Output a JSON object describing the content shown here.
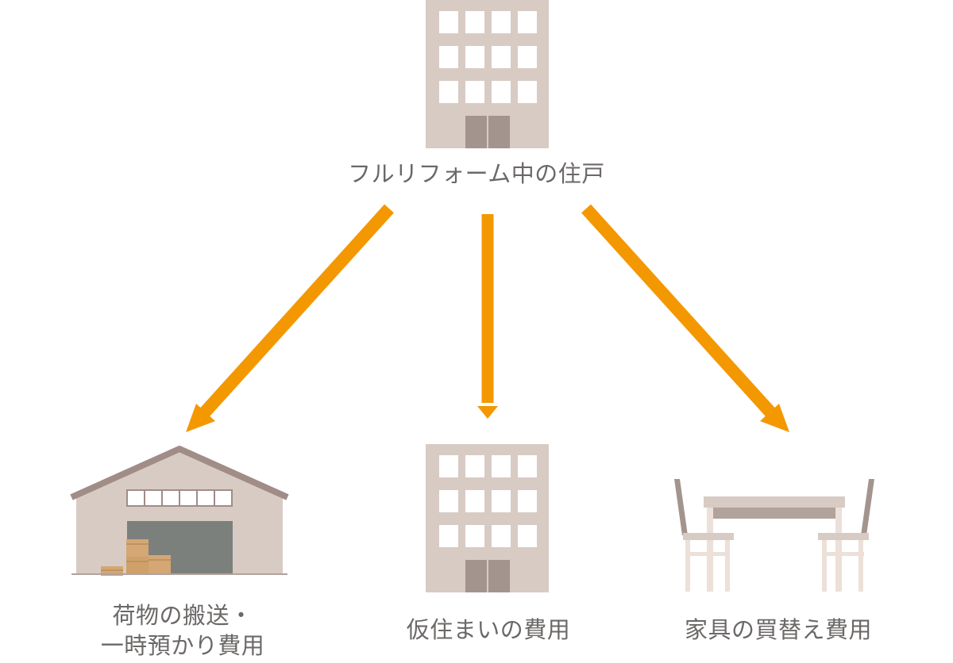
{
  "diagram": {
    "source": {
      "label": "フルリフォーム中の住戸",
      "icon": "apartment-building-icon"
    },
    "targets": [
      {
        "id": "storage",
        "lines": [
          "荷物の搬送・",
          "一時預かり費用"
        ],
        "icon": "warehouse-icon"
      },
      {
        "id": "temporary-housing",
        "lines": [
          "仮住まいの費用"
        ],
        "icon": "apartment-building-icon"
      },
      {
        "id": "furniture",
        "lines": [
          "家具の買替え費用"
        ],
        "icon": "table-and-chairs-icon"
      }
    ],
    "colors": {
      "arrow": "#f39800",
      "building": "#d8cbc4",
      "door": "#a3948e",
      "window": "#ffffff",
      "roof": "#a18c87",
      "warehouse_opening": "#7c807d",
      "box": "#d4a774",
      "text": "#6b6867"
    }
  }
}
